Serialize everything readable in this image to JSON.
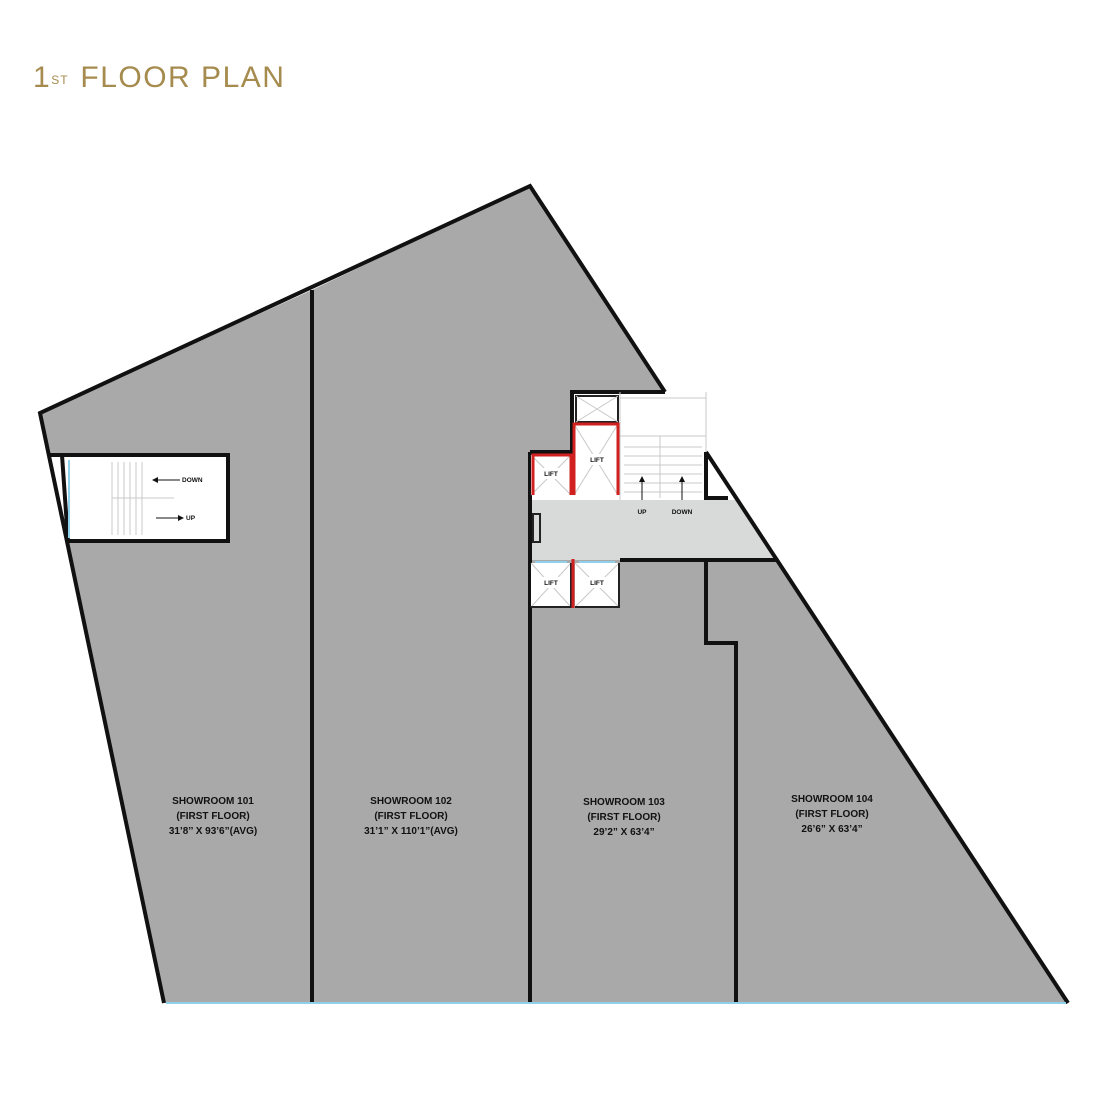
{
  "title": {
    "prefix": "1",
    "suffix": "ST",
    "main": "FLOOR PLAN"
  },
  "showrooms": [
    {
      "name": "SHOWROOM 101",
      "floor": "(FIRST FLOOR)",
      "size": "31’8’’ X 93’6”(AVG)"
    },
    {
      "name": "SHOWROOM 102",
      "floor": "(FIRST FLOOR)",
      "size": "31’1” X 110’1”(AVG)"
    },
    {
      "name": "SHOWROOM 103",
      "floor": "(FIRST FLOOR)",
      "size": "29’2” X 63’4”"
    },
    {
      "name": "SHOWROOM 104",
      "floor": "(FIRST FLOOR)",
      "size": "26’6” X 63’4”"
    }
  ],
  "stair_left": {
    "down": "DOWN",
    "up": "UP"
  },
  "stair_core": {
    "up": "UP",
    "down": "DOWN"
  },
  "lifts": [
    "LIFT",
    "LIFT",
    "LIFT",
    "LIFT"
  ],
  "colors": {
    "title": "#a58b4d",
    "room": "#a9a9a9",
    "core": "#d8d9d9",
    "lift_wall": "#d02020",
    "glazing": "#8fd0ea"
  }
}
